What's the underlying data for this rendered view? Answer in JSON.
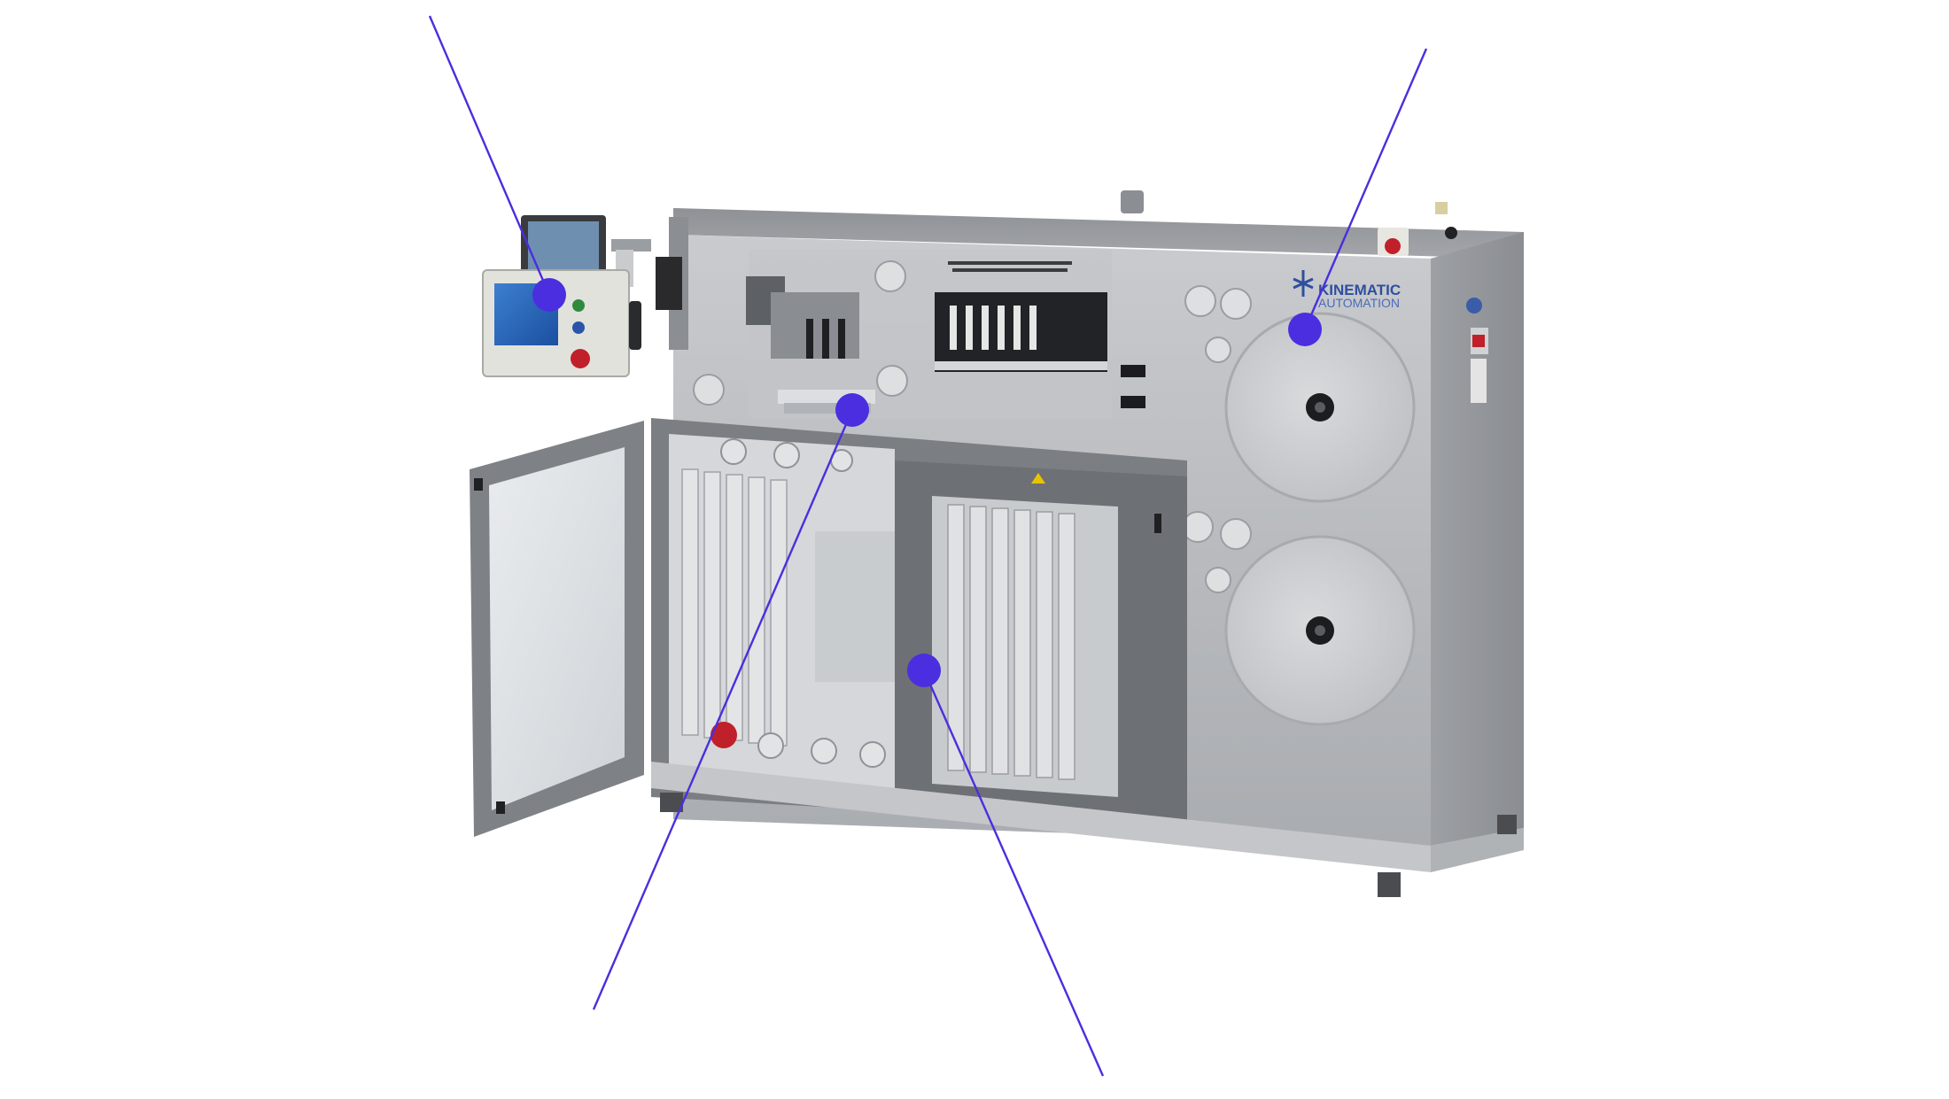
{
  "brand": {
    "name_line1": "KINEMATIC",
    "name_line2": "AUTOMATION"
  },
  "colors": {
    "accent": "#4a2ee0",
    "callout_line": "#4a2ee0",
    "machine_body": "#b9bcbf",
    "machine_dark": "#6f7377",
    "frame": "#d6d8da",
    "brand_blue": "#2f4f9e",
    "estop_red": "#c0202a"
  },
  "callouts": [
    {
      "id": "hmi-control-panel",
      "icon": "dot-marker"
    },
    {
      "id": "unwind-rewind-reels",
      "icon": "dot-marker"
    },
    {
      "id": "cutting-station",
      "icon": "dot-marker"
    },
    {
      "id": "accumulator-festoon",
      "icon": "dot-marker"
    }
  ]
}
